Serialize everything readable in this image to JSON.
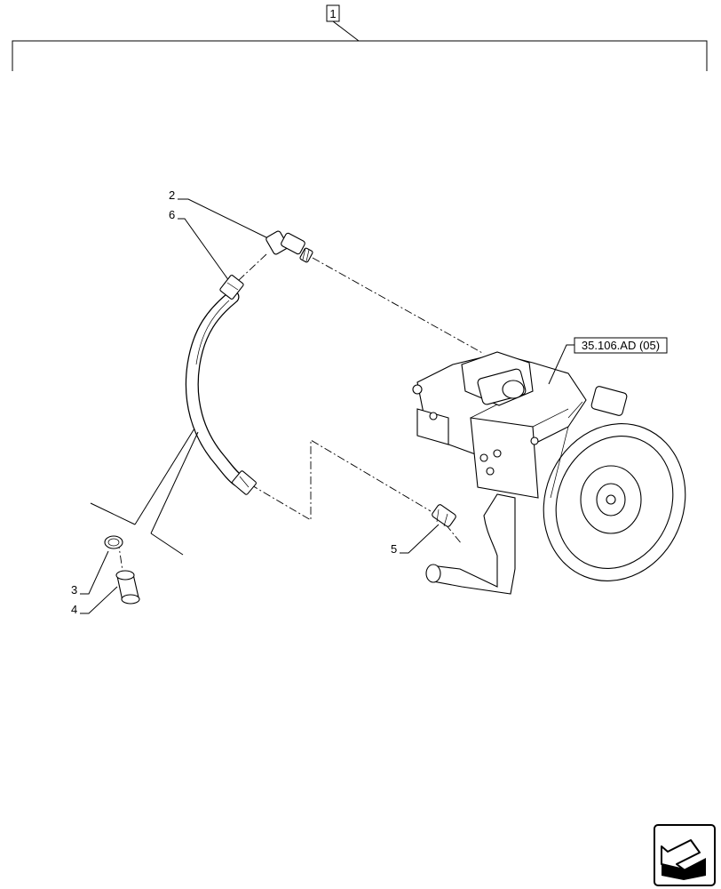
{
  "assembly_callout": "1",
  "callouts": {
    "c2": "2",
    "c3": "3",
    "c4": "4",
    "c5": "5",
    "c6": "6"
  },
  "reference": "35.106.AD (05)",
  "icons": {
    "nav": "next-page-arrow-icon"
  }
}
